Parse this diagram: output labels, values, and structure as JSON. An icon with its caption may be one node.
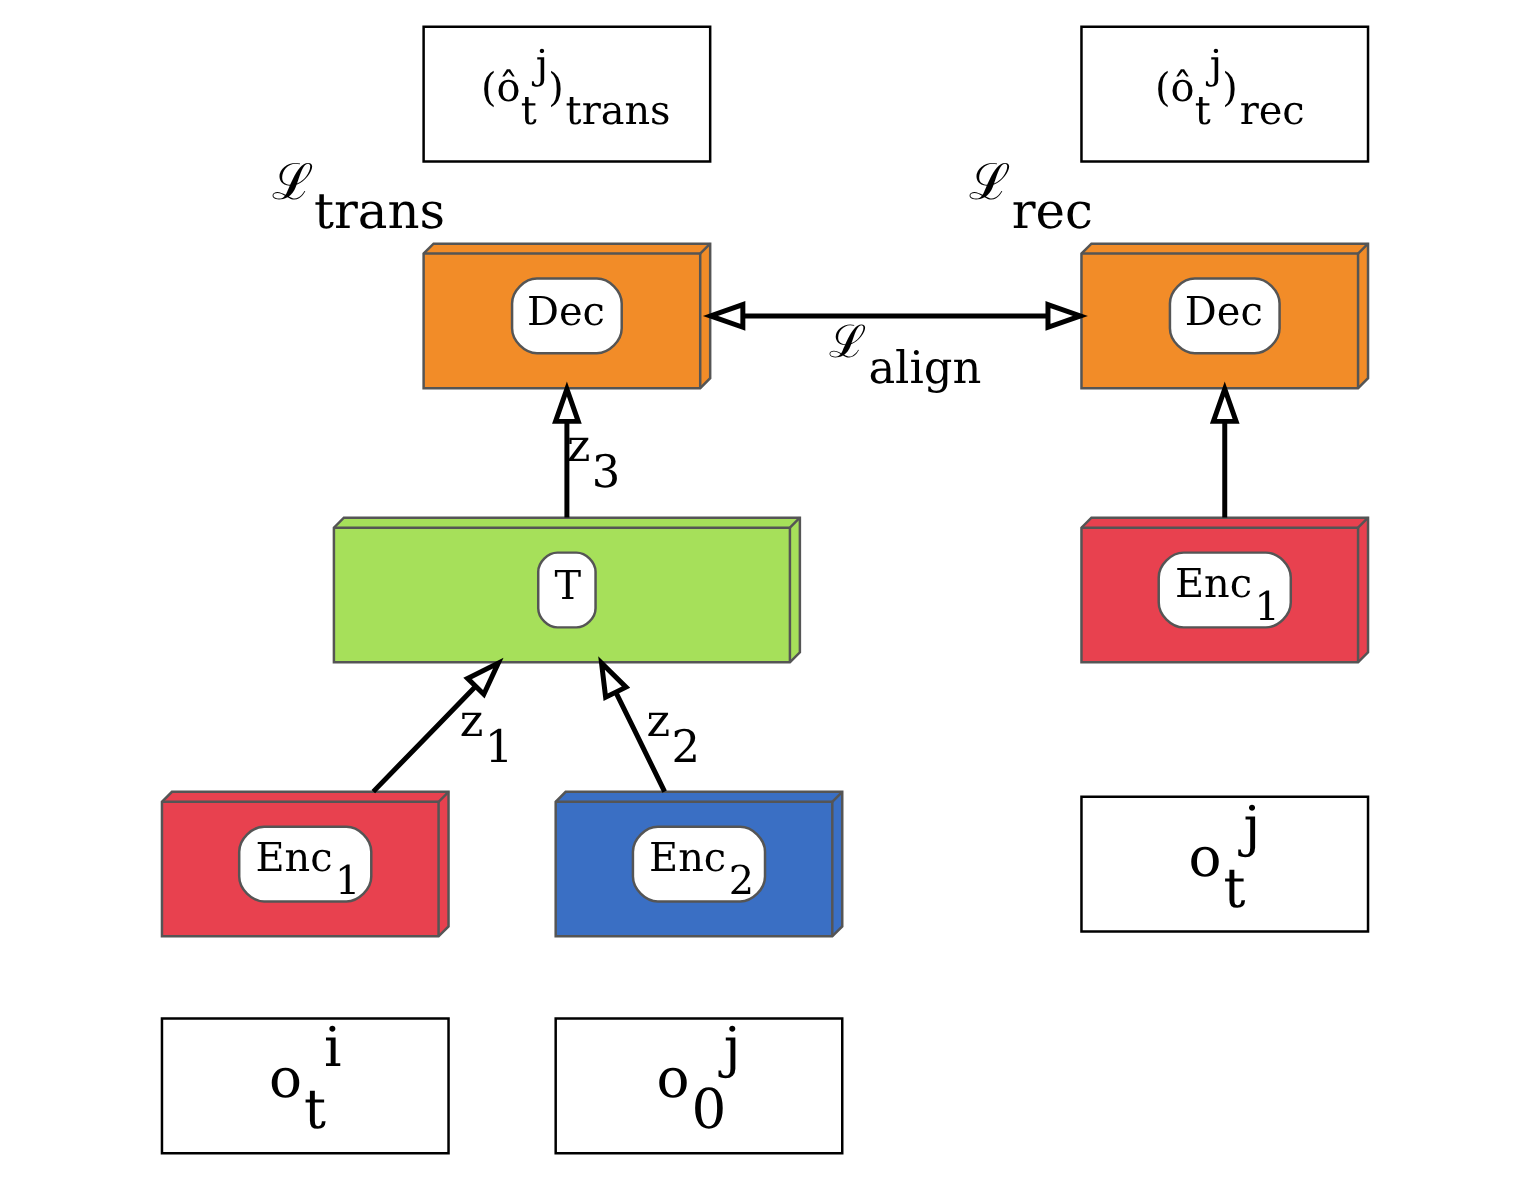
{
  "diagram": {
    "nodes": [
      {
        "text": [
          "(ô$_{t}$$^{j}$)$_{trans}$"
        ],
        "beside": [
          "ℒ$_{trans}$"
        ]
      },
      {
        "text": [
          "Dec"
        ]
      },
      {
        "text": [
          "T"
        ]
      },
      {
        "text": [
          "Enc$_{1}$"
        ]
      },
      {
        "text": [
          "o$_{t}$$^{i}$"
        ]
      },
      {
        "text": [
          "Enc$_{2}$"
        ]
      },
      {
        "text": [
          "o$_{0}$$^{j}$"
        ]
      },
      {
        "text": [
          "(ô$_{t}$$^{j}$)$_{rec}$"
        ],
        "beside": [
          "ℒ$_{rec}$"
        ]
      },
      {
        "text": [
          "Dec"
        ]
      },
      {
        "text": [
          "Enc$_{1}$"
        ]
      },
      {
        "text": [
          "o$_{t}$$^{j}$"
        ]
      }
    ],
    "edges": [
      {
        "from": 2,
        "to": 1,
        "arrow": "to",
        "label": "z$_{3}$"
      },
      {
        "from": 3,
        "to": 2,
        "arrow": "to",
        "label": "z$_{1}$"
      },
      {
        "from": 5,
        "to": 2,
        "arrow": "to",
        "label": "z$_{2}$"
      },
      {
        "from": 1,
        "to": 8,
        "arrow": "both",
        "label": "ℒ$_{align}$"
      },
      {
        "from": 9,
        "to": 8,
        "arrow": "to"
      }
    ]
  }
}
